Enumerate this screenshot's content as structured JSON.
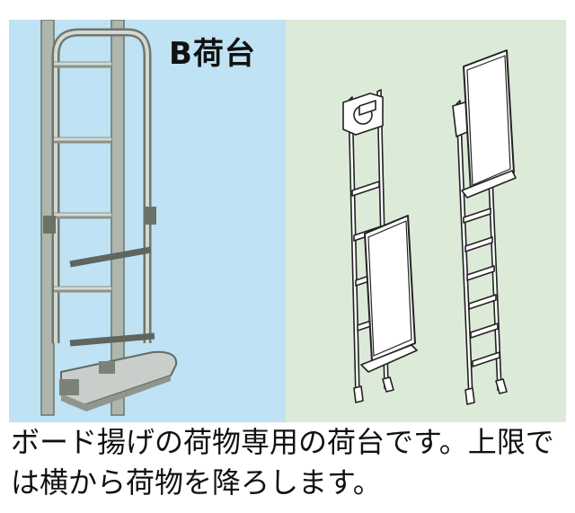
{
  "label": "B荷台",
  "caption": {
    "line1": "ボード揚げの荷物専用の荷台です。上限で",
    "line2": "は横から荷物を降ろします。"
  },
  "colors": {
    "left_background": "#bfe2f4",
    "right_background": "#dcebd8",
    "metal": "#b8bfb6"
  },
  "icons": [
    "ladder-photo",
    "ladder-diagram-board-low",
    "ladder-diagram-board-high"
  ]
}
